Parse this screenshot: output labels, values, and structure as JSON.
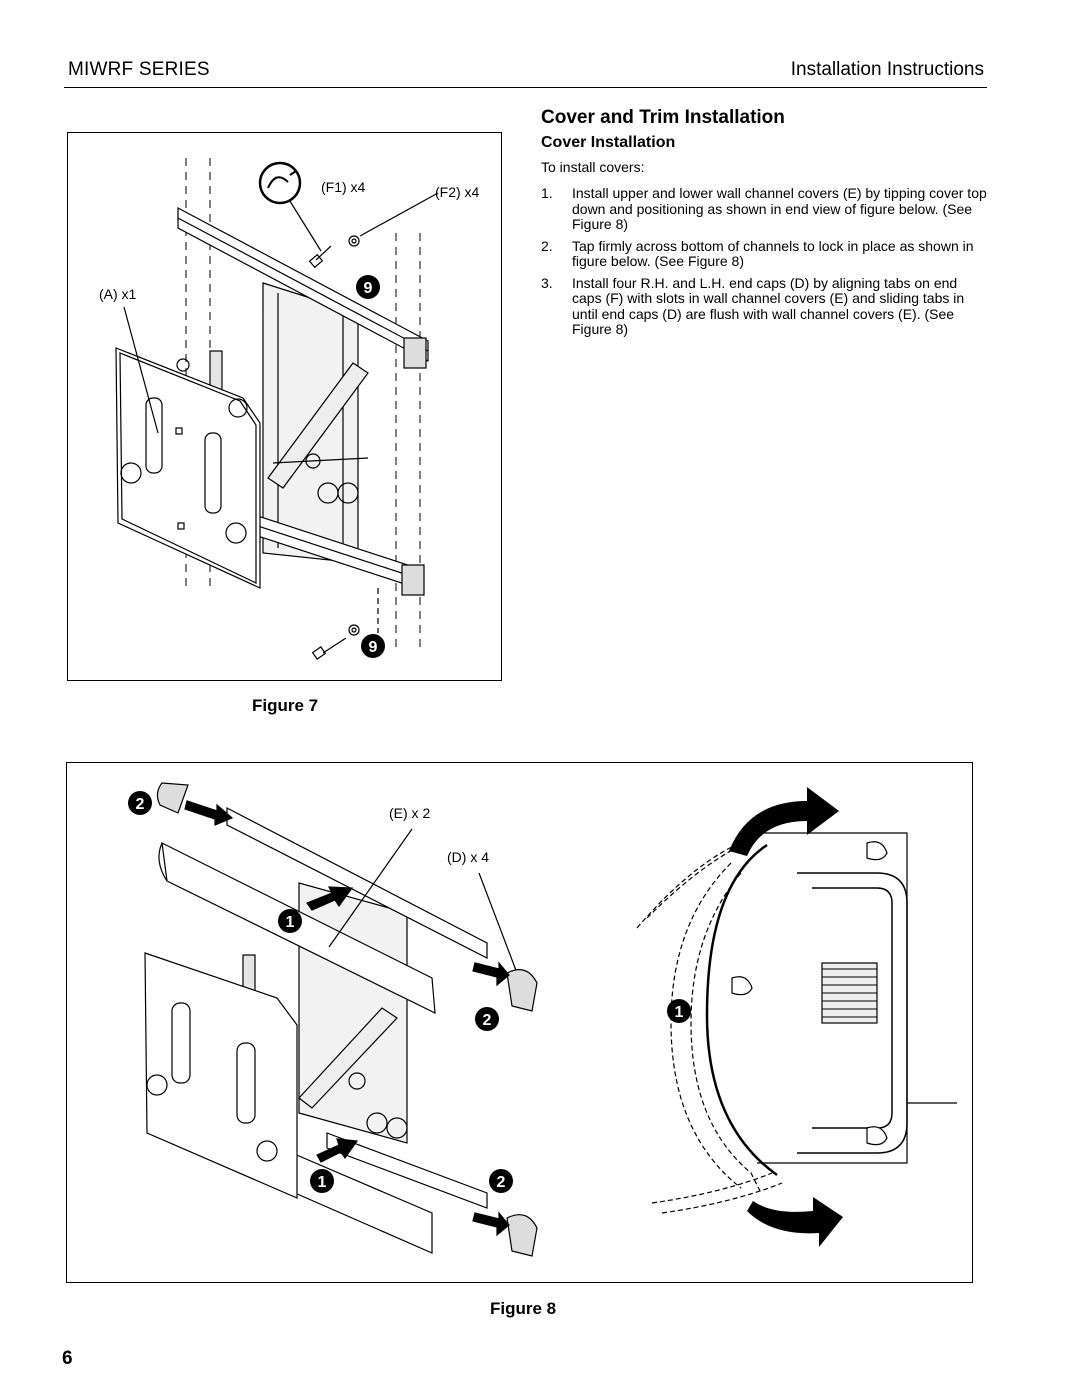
{
  "header": {
    "series": "MIWRF SERIES",
    "doc_type": "Installation Instructions"
  },
  "section": {
    "title": "Cover and Trim Installation",
    "subtitle": "Cover Installation",
    "intro": "To install covers:",
    "steps": [
      {
        "num": "1.",
        "text": "Install upper and lower wall channel covers (E) by tipping cover top down and positioning as shown in end view of figure below. (See Figure 8)"
      },
      {
        "num": "2.",
        "text": "Tap firmly across bottom of channels to lock in place as shown in figure below. (See Figure 8)"
      },
      {
        "num": "3.",
        "text": "Install four R.H. and L.H. end caps (D) by aligning tabs on end caps (F) with slots in wall channel covers (E) and sliding tabs in until end caps (D) are flush with wall channel covers (E). (See Figure 8)"
      }
    ]
  },
  "figure7": {
    "caption": "Figure 7",
    "labels": {
      "f1": "(F1) x4",
      "f2": "(F2) x4",
      "a": "(A) x1",
      "step_top": "9",
      "step_bottom": "9"
    }
  },
  "figure8": {
    "caption": "Figure 8",
    "labels": {
      "e": "(E) x 2",
      "d": "(D) x 4"
    },
    "markers": [
      "2",
      "1",
      "2",
      "1",
      "2",
      "1"
    ]
  },
  "page_number": "6"
}
